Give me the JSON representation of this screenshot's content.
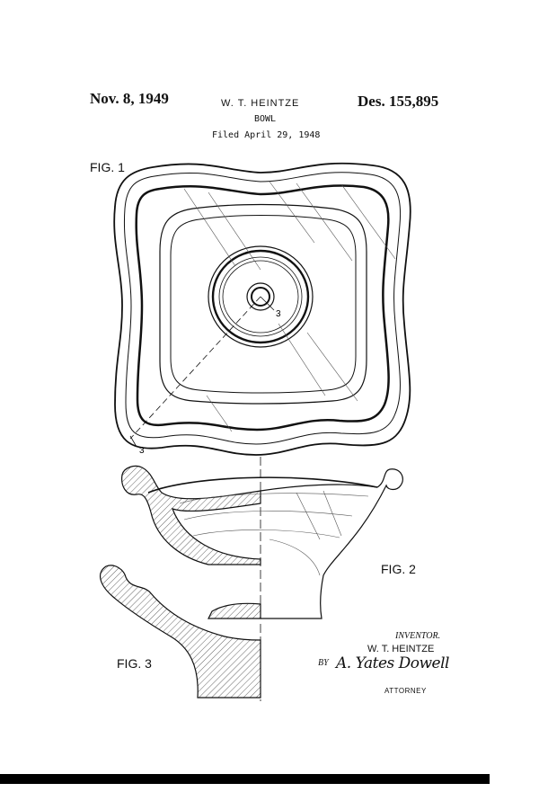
{
  "header": {
    "date": "Nov. 8, 1949",
    "inventor": "W. T. HEINTZE",
    "patent_number": "Des. 155,895",
    "title": "BOWL",
    "filed": "Filed April 29, 1948"
  },
  "figures": {
    "fig1_label": "FIG. 1",
    "fig2_label": "FIG. 2",
    "fig3_label": "FIG. 3",
    "section_ref_1": "3",
    "section_ref_2": "3"
  },
  "signature": {
    "inventor_label": "INVENTOR.",
    "inventor_name": "W. T. HEINTZE",
    "by": "BY",
    "attorney_signature": "A. Yates Dowell",
    "attorney_label": "ATTORNEY"
  },
  "colors": {
    "ink": "#111111",
    "paper": "#ffffff"
  }
}
